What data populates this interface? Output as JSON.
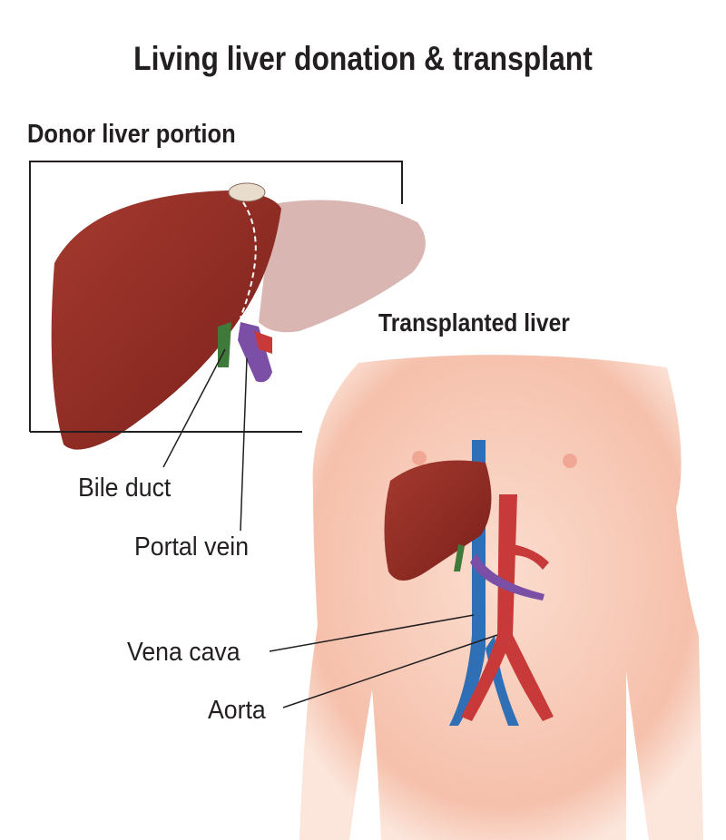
{
  "title": "Living liver donation & transplant",
  "donor_section": {
    "heading": "Donor liver portion",
    "labels": {
      "bile_duct": "Bile duct",
      "portal_vein": "Portal vein"
    }
  },
  "transplant_section": {
    "heading": "Transplanted liver",
    "labels": {
      "vena_cava": "Vena cava",
      "aorta": "Aorta"
    }
  },
  "colors": {
    "liver": "#8e2a22",
    "skin": "#f6c3ae",
    "vein": "#2f6fb5",
    "artery": "#c8393a",
    "portal": "#7b4fa6",
    "bile": "#3f7a3a"
  }
}
